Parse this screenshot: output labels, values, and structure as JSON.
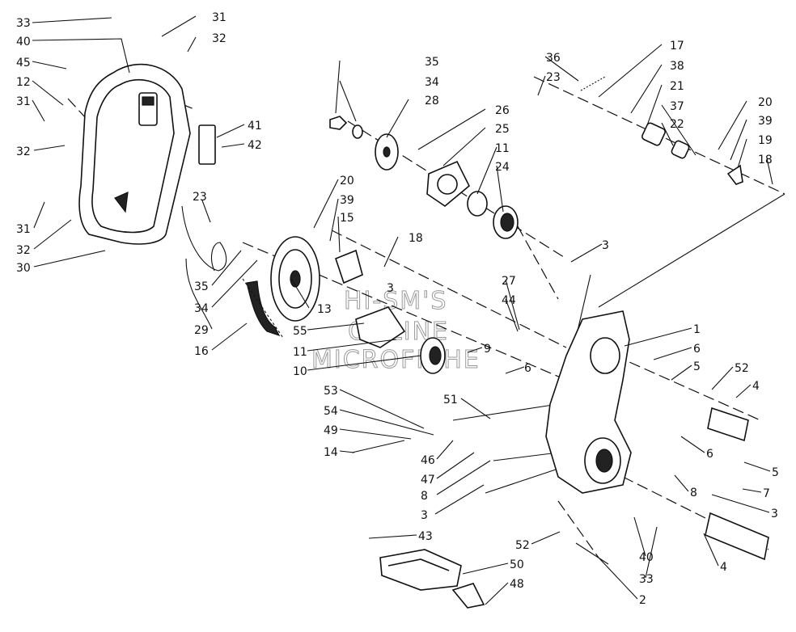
{
  "watermark": {
    "line1": "HI-SM'S",
    "line2": "ONLINE",
    "line3": "MICROFICHE"
  },
  "callouts": [
    {
      "id": "33a",
      "label": "33"
    },
    {
      "id": "40a",
      "label": "40"
    },
    {
      "id": "45",
      "label": "45"
    },
    {
      "id": "12",
      "label": "12"
    },
    {
      "id": "31a",
      "label": "31"
    },
    {
      "id": "32a",
      "label": "32"
    },
    {
      "id": "31b",
      "label": "31"
    },
    {
      "id": "32b",
      "label": "32"
    },
    {
      "id": "30",
      "label": "30"
    },
    {
      "id": "31c",
      "label": "31"
    },
    {
      "id": "32c",
      "label": "32"
    },
    {
      "id": "41",
      "label": "41"
    },
    {
      "id": "42",
      "label": "42"
    },
    {
      "id": "23a",
      "label": "23"
    },
    {
      "id": "35a",
      "label": "35"
    },
    {
      "id": "34a",
      "label": "34"
    },
    {
      "id": "29",
      "label": "29"
    },
    {
      "id": "16",
      "label": "16"
    },
    {
      "id": "13",
      "label": "13"
    },
    {
      "id": "55",
      "label": "55"
    },
    {
      "id": "11a",
      "label": "11"
    },
    {
      "id": "10",
      "label": "10"
    },
    {
      "id": "35b",
      "label": "35"
    },
    {
      "id": "34b",
      "label": "34"
    },
    {
      "id": "28",
      "label": "28"
    },
    {
      "id": "26",
      "label": "26"
    },
    {
      "id": "25",
      "label": "25"
    },
    {
      "id": "11b",
      "label": "11"
    },
    {
      "id": "24",
      "label": "24"
    },
    {
      "id": "20a",
      "label": "20"
    },
    {
      "id": "39a",
      "label": "39"
    },
    {
      "id": "15",
      "label": "15"
    },
    {
      "id": "18a",
      "label": "18"
    },
    {
      "id": "36",
      "label": "36"
    },
    {
      "id": "23b",
      "label": "23"
    },
    {
      "id": "17",
      "label": "17"
    },
    {
      "id": "38",
      "label": "38"
    },
    {
      "id": "21",
      "label": "21"
    },
    {
      "id": "37",
      "label": "37"
    },
    {
      "id": "22",
      "label": "22"
    },
    {
      "id": "20b",
      "label": "20"
    },
    {
      "id": "39b",
      "label": "39"
    },
    {
      "id": "19",
      "label": "19"
    },
    {
      "id": "18b",
      "label": "18"
    },
    {
      "id": "3a",
      "label": "3"
    },
    {
      "id": "3b",
      "label": "3"
    },
    {
      "id": "27",
      "label": "27"
    },
    {
      "id": "44",
      "label": "44"
    },
    {
      "id": "9",
      "label": "9"
    },
    {
      "id": "6a",
      "label": "6"
    },
    {
      "id": "1",
      "label": "1"
    },
    {
      "id": "6b",
      "label": "6"
    },
    {
      "id": "5a",
      "label": "5"
    },
    {
      "id": "52a",
      "label": "52"
    },
    {
      "id": "4a",
      "label": "4"
    },
    {
      "id": "51",
      "label": "51"
    },
    {
      "id": "53",
      "label": "53"
    },
    {
      "id": "54",
      "label": "54"
    },
    {
      "id": "49",
      "label": "49"
    },
    {
      "id": "14",
      "label": "14"
    },
    {
      "id": "46",
      "label": "46"
    },
    {
      "id": "47",
      "label": "47"
    },
    {
      "id": "8a",
      "label": "8"
    },
    {
      "id": "6c",
      "label": "6"
    },
    {
      "id": "5b",
      "label": "5"
    },
    {
      "id": "8b",
      "label": "8"
    },
    {
      "id": "7",
      "label": "7"
    },
    {
      "id": "3c",
      "label": "3"
    },
    {
      "id": "3d",
      "label": "3"
    },
    {
      "id": "43",
      "label": "43"
    },
    {
      "id": "52b",
      "label": "52"
    },
    {
      "id": "50",
      "label": "50"
    },
    {
      "id": "40b",
      "label": "40"
    },
    {
      "id": "33b",
      "label": "33"
    },
    {
      "id": "4b",
      "label": "4"
    },
    {
      "id": "48",
      "label": "48"
    },
    {
      "id": "2",
      "label": "2"
    }
  ]
}
